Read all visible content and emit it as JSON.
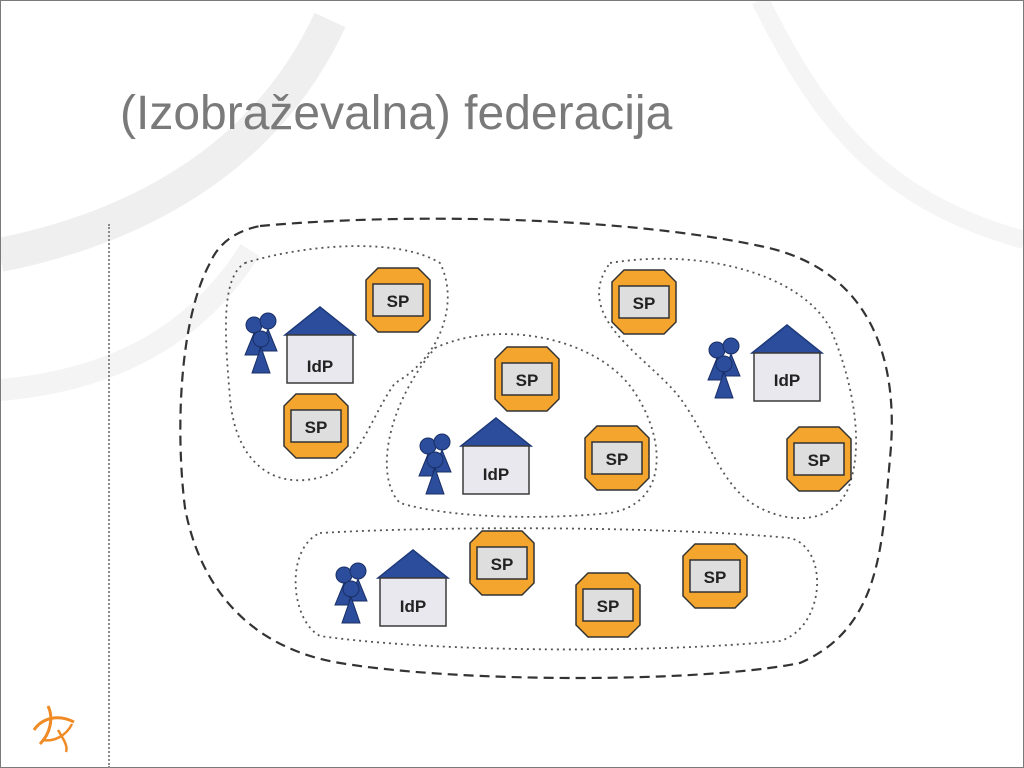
{
  "slide": {
    "title": "(Izobraževalna) federacija"
  },
  "diagram": {
    "idp_label": "IdP",
    "sp_label": "SP",
    "colors": {
      "roof": "#2b4d9c",
      "house_body": "#e8e8ee",
      "sp_orange": "#f3a52d",
      "sp_inner": "#d9d9d9",
      "person": "#2b4d9c",
      "outline": "#333333"
    },
    "groups": [
      {
        "idps": 1,
        "sps": 2
      },
      {
        "idps": 1,
        "sps": 2
      },
      {
        "idps": 1,
        "sps": 2
      },
      {
        "idps": 1,
        "sps": 3
      }
    ]
  },
  "icons": {
    "logo": "orange-swirl-logo-icon",
    "idp": "house-icon",
    "sp": "octagon-badge-icon",
    "users": "people-icon"
  }
}
